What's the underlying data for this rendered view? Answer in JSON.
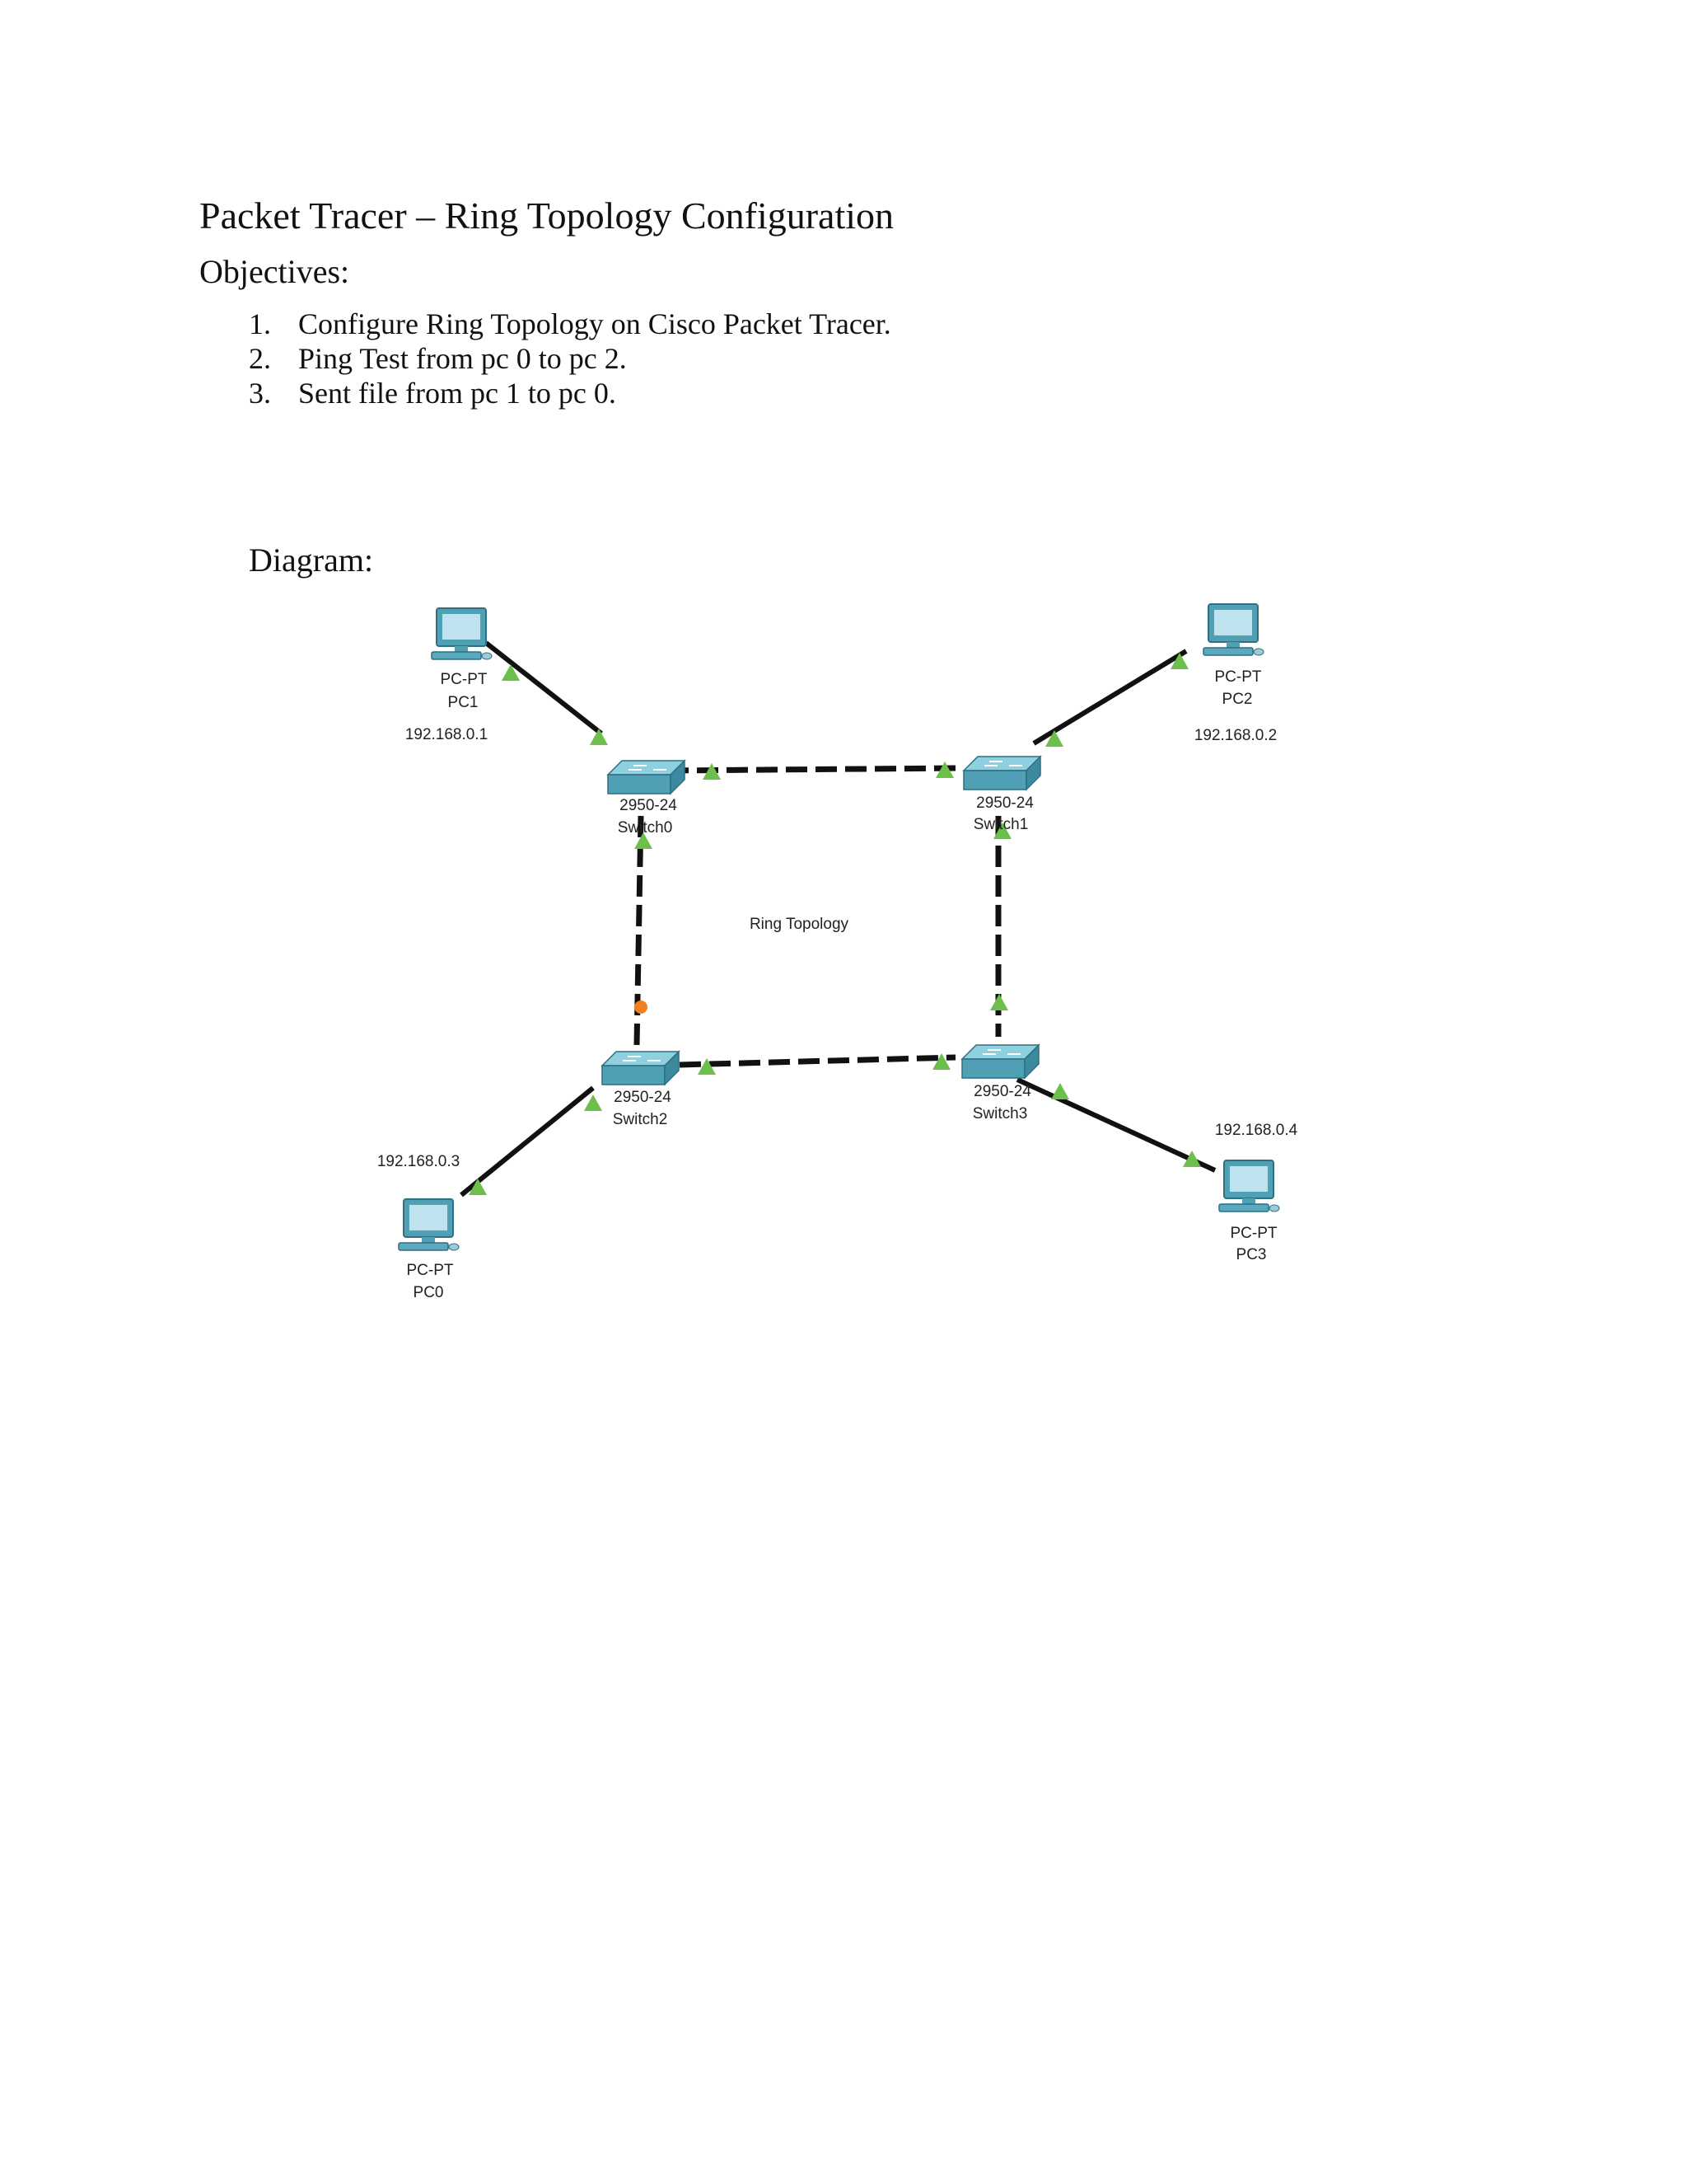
{
  "document": {
    "title": "Packet Tracer – Ring Topology Configuration",
    "objectives_heading": "Objectives:",
    "objectives": [
      {
        "num": "1.",
        "text": "Configure Ring Topology on Cisco Packet Tracer."
      },
      {
        "num": "2.",
        "text": "Ping Test from pc 0 to pc 2."
      },
      {
        "num": "3.",
        "text": "Sent file from pc 1 to pc 0."
      }
    ],
    "diagram_heading": "Diagram:"
  },
  "diagram": {
    "center_label": "Ring Topology",
    "pcs": [
      {
        "type": "PC-PT",
        "name": "PC1",
        "ip": "192.168.0.1"
      },
      {
        "type": "PC-PT",
        "name": "PC2",
        "ip": "192.168.0.2"
      },
      {
        "type": "PC-PT",
        "name": "PC0",
        "ip": "192.168.0.3"
      },
      {
        "type": "PC-PT",
        "name": "PC3",
        "ip": "192.168.0.4"
      }
    ],
    "switches": [
      {
        "model": "2950-24",
        "name": "Switch0"
      },
      {
        "model": "2950-24",
        "name": "Switch1"
      },
      {
        "model": "2950-24",
        "name": "Switch2"
      },
      {
        "model": "2950-24",
        "name": "Switch3"
      }
    ],
    "colors": {
      "device": "#4f9fb5",
      "link": "#111111",
      "link_up": "#6dbf4b",
      "link_pending": "#f07f22"
    }
  }
}
